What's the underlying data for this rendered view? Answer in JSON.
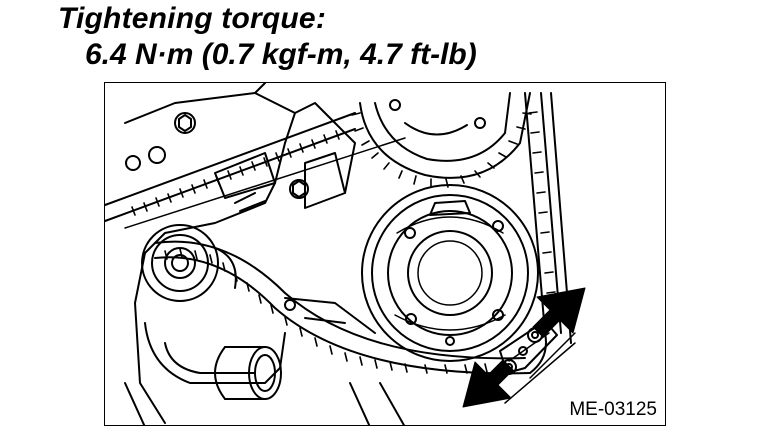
{
  "spec": {
    "title": "Tightening torque:",
    "value": "6.4 N·m (0.7 kgf-m, 4.7 ft-lb)"
  },
  "figure": {
    "id": "ME-03125"
  },
  "colors": {
    "ink": "#000000",
    "paper": "#ffffff"
  }
}
